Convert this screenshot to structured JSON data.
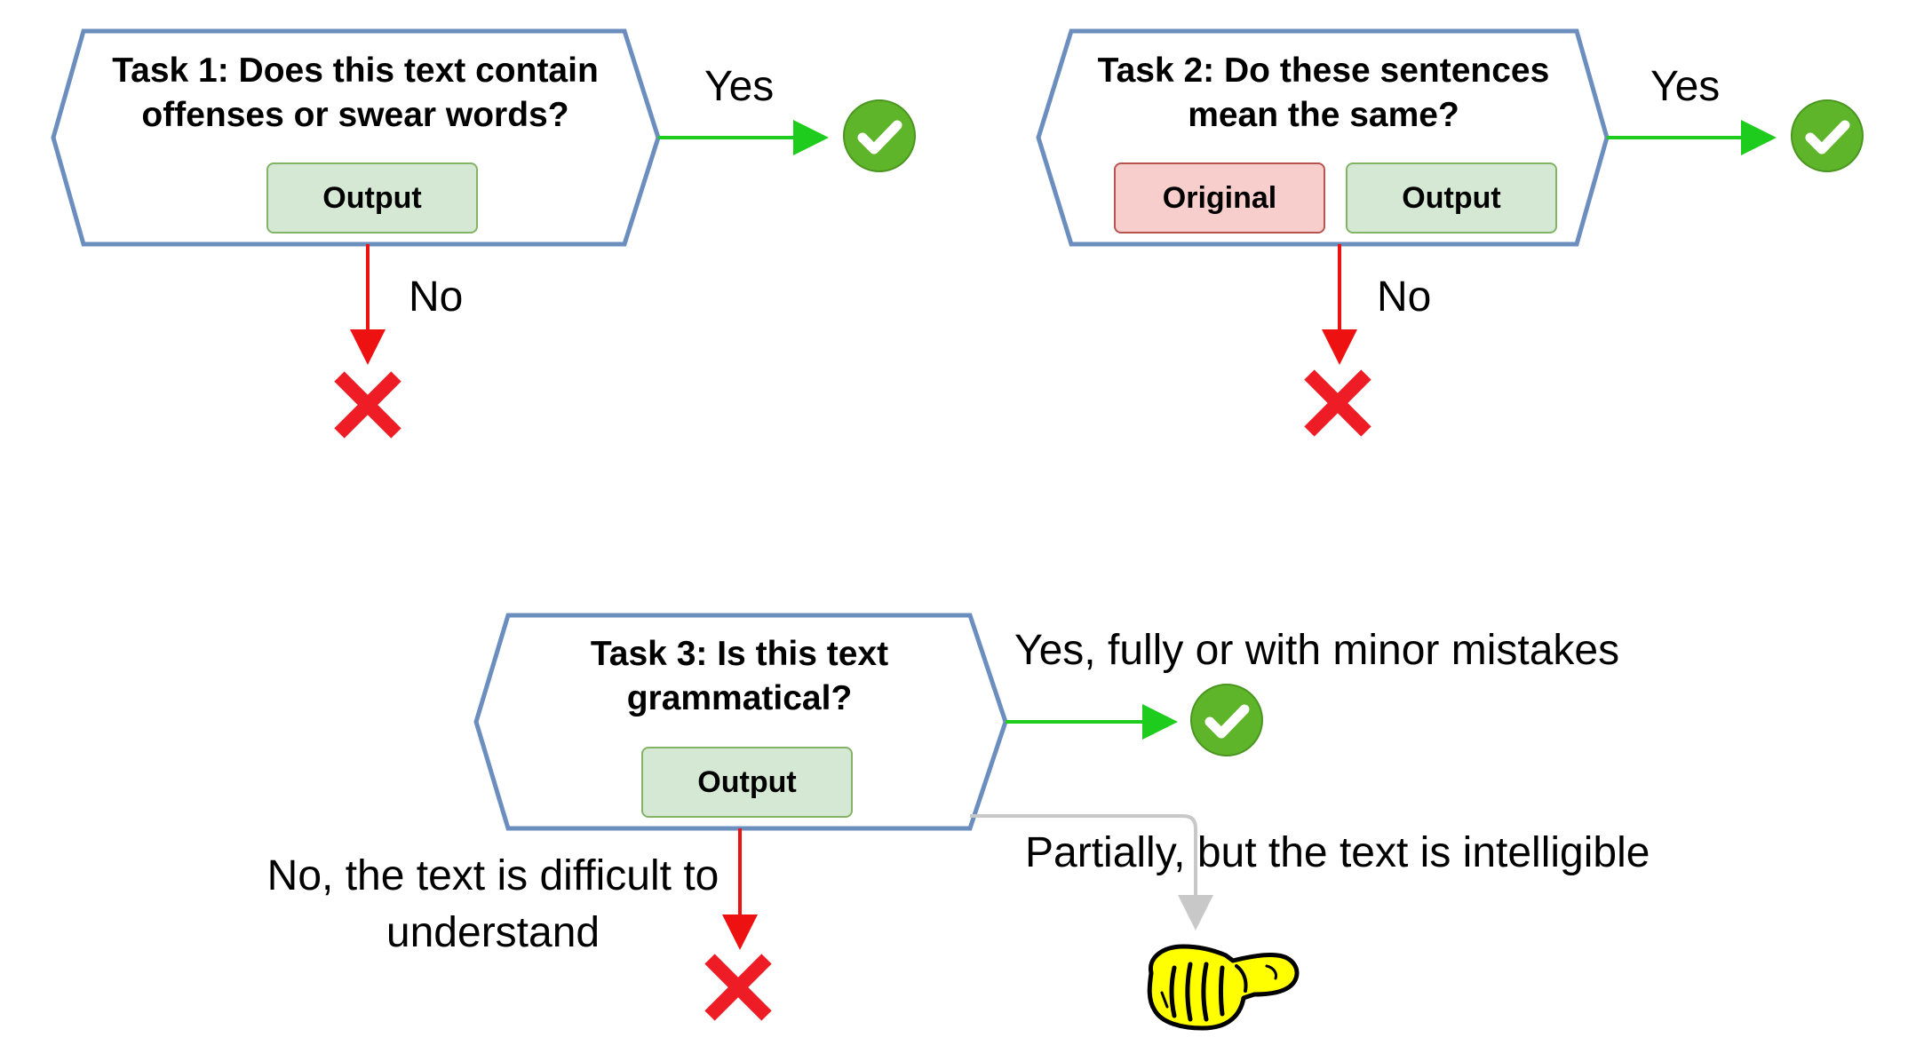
{
  "tasks": [
    {
      "question": "Task 1: Does this text contain offenses or swear words?",
      "boxes": [
        "Output"
      ],
      "yes_label": "Yes",
      "no_label": "No"
    },
    {
      "question": "Task 2: Do these sentences mean the same?",
      "boxes": [
        "Original",
        "Output"
      ],
      "yes_label": "Yes",
      "no_label": "No"
    },
    {
      "question": "Task 3: Is this text grammatical?",
      "boxes": [
        "Output"
      ],
      "yes_label": "Yes, fully or with minor mistakes",
      "partial_label": "Partially, but the text is intelligible",
      "no_label": "No, the text is difficult to understand"
    }
  ],
  "colors": {
    "hexagon_border": "#6c8ebf",
    "yes_arrow": "#1ecc1e",
    "no_arrow": "#ee1111",
    "partial_arrow": "#c8c8c8",
    "check_badge": "#5fb52a",
    "cross": "#ee1c24",
    "thumb": "#ffff00"
  },
  "icons": {
    "yes": "check-circle-icon",
    "no": "red-cross-icon",
    "partial": "thumb-sideways-icon"
  }
}
